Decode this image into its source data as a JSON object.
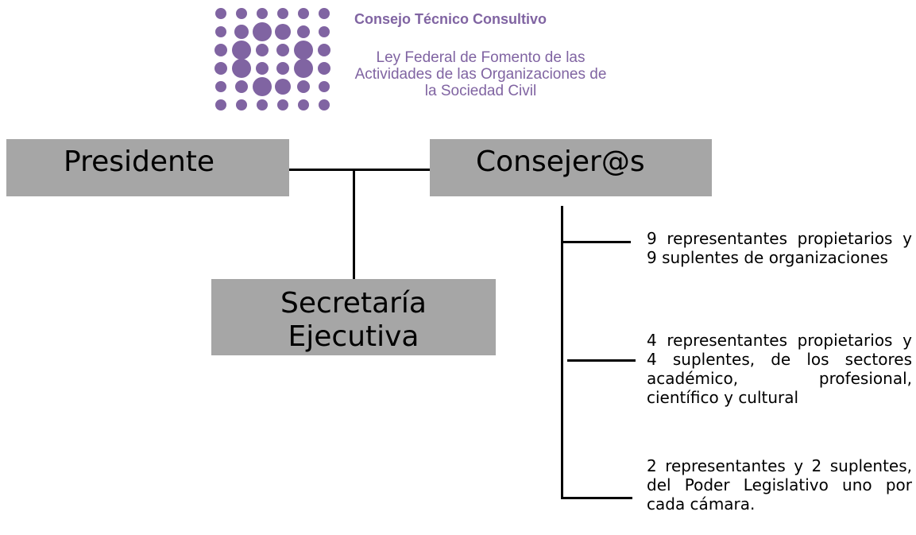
{
  "header": {
    "title": "Consejo Técnico Consultivo",
    "subtitle": "Ley Federal de Fomento de las Actividades de las Organizaciones de la Sociedad Civil"
  },
  "colors": {
    "accent": "#8064a2",
    "box": "#a6a6a6",
    "line": "#000000"
  },
  "org": {
    "president": "Presidente",
    "councillors": "Consejer@s",
    "secretariat": "Secretaría Ejecutiva",
    "members": [
      "9 representantes propietarios y 9 suplentes de organizaciones",
      "4 representantes propietarios y 4 suplentes, de los sectores académico, profesional, científico y cultural",
      "2 representantes y 2 suplentes, del Poder Legislativo uno por cada cámara."
    ]
  }
}
